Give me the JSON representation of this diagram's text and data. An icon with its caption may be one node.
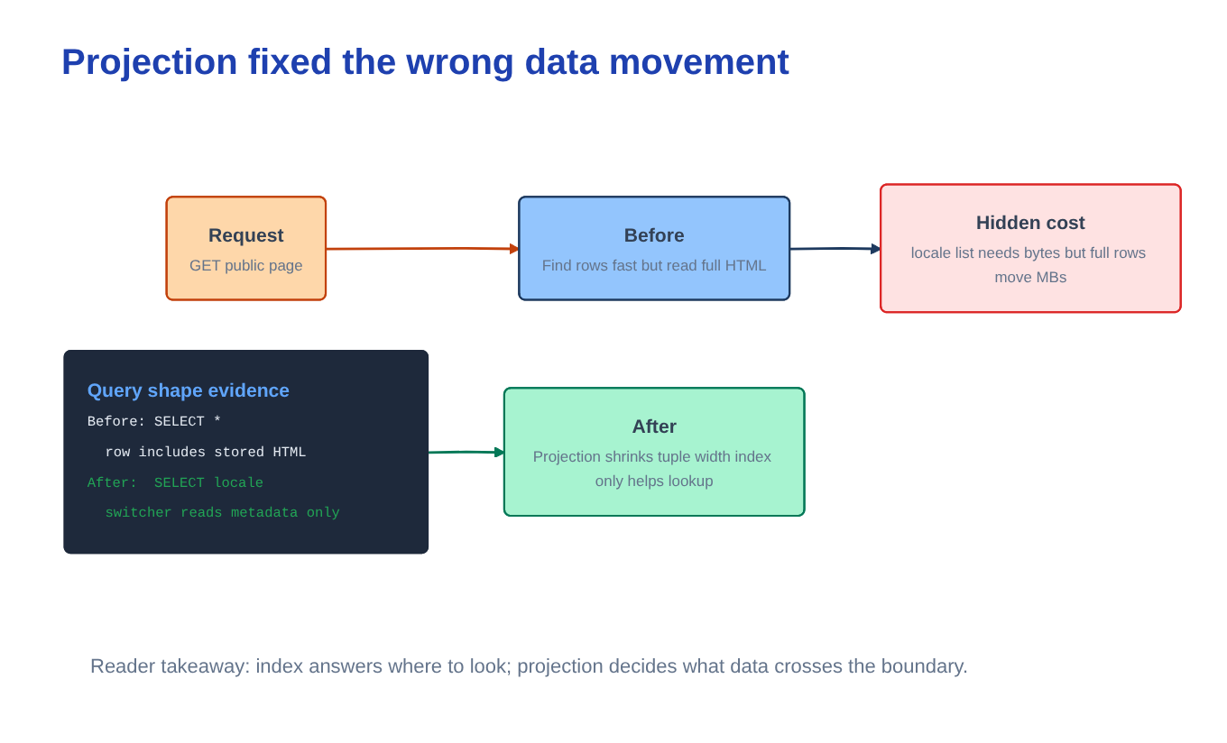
{
  "diagram": {
    "title": "Projection fixed the wrong data movement",
    "nodes": [
      {
        "text": [
          "Request",
          "GET public page"
        ]
      },
      {
        "text": [
          "Before",
          "Find rows fast but read full HTML"
        ]
      },
      {
        "text": [
          "Hidden cost",
          "locale list needs bytes but full rows move MBs"
        ]
      },
      {
        "text": [
          "Query shape evidence",
          "Before: SELECT *",
          "row includes stored HTML",
          "After:  SELECT locale",
          "switcher reads metadata only"
        ]
      },
      {
        "text": [
          "After",
          "Projection shrinks tuple width index only helps lookup"
        ]
      }
    ],
    "edges": [
      {
        "from": 0,
        "to": 1,
        "arrow": "to",
        "color": "#c2410c"
      },
      {
        "from": 1,
        "to": 2,
        "arrow": "to",
        "color": "#1e3a5f"
      },
      {
        "from": 3,
        "to": 4,
        "arrow": "to",
        "color": "#047857"
      }
    ],
    "caption": "Reader takeaway: index answers where to look; projection decides what data crosses the boundary."
  }
}
